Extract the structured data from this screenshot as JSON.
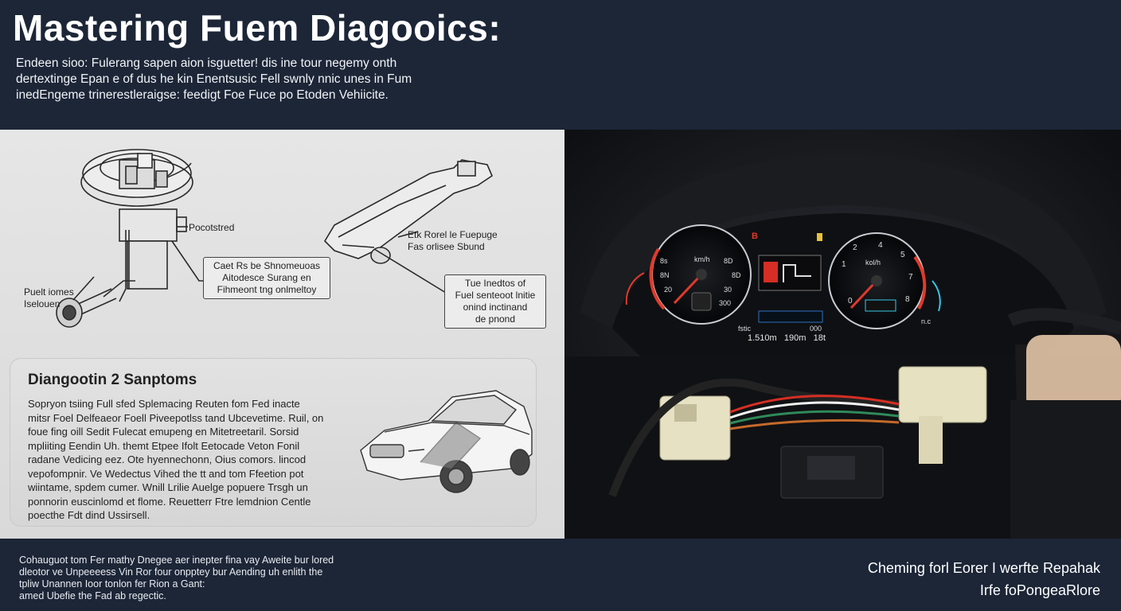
{
  "header": {
    "title": "Mastering Fuem Diagooics:",
    "intro_lines": [
      "Endeen sioo: Fulerang sapen aion isguetter! dis ine tour negemy onth",
      "dertextinge Epan e of dus he kin Enentsusic Fell swnly nnic unes in Fum",
      "inedEngeme trinerestleraigse: feedigt Foe Fuce po Etoden Vehiicite."
    ]
  },
  "diagram": {
    "labels": {
      "pump_label": "Pocotstred",
      "left_label_lines": [
        "Puelt iomes",
        "Iselouen"
      ],
      "right_label_lines": [
        "Etk Rorel le Fuepuge",
        "Fas orlisee Sbund"
      ],
      "box1_lines": [
        "Caet Rs be Shnomeuoas",
        "Aitodesce Surang en",
        "Fihmeont tng onlmeltoy"
      ],
      "box2_lines": [
        "Tue Inedtos of",
        "Fuel senteoot lnitie",
        "onind inctinand",
        "de pnond"
      ]
    }
  },
  "symptoms": {
    "title": "Diangootin 2 Sanptoms",
    "lines": [
      "Sopryon tsiing Full sfed Splemacing Reuten fom Fed inacte",
      "mitsr Foel Delfeaeor Foell Piveepotlss tand Ubcevetime.  Ruil, on",
      "foue fing oill Sedit Fulecat emupeng en Mitetreetaril. Sorsid",
      "mpliiting Eendin Uh. themt Etpee Ifolt Eetocade Veton Fonil",
      "radane Vedicing eez. Ote hyennechonn, Oius comors. lincod",
      "vepofompnir. Ve Wedectus Vihed the tt and tom Ffeetion pot",
      "wiintame, spdem cumer.  Wnill Lrilie Auelge popuere Trsgh un",
      "ponnorin euscinlomd et flome.  Reuetterr Ftre lemdnion Centle",
      "poecthe Fdt dind Ussirsell."
    ]
  },
  "photo": {
    "warning_icons": [
      "B"
    ],
    "cluster_labels": [
      "8s",
      "km/h",
      "8D",
      "8N",
      "8D",
      "20",
      "30",
      "300",
      "kol/h",
      "1",
      "2",
      "4",
      "5",
      "7",
      "8",
      "0",
      "n.c"
    ],
    "cluster_readout": [
      "1.510m",
      "190m",
      "18t"
    ],
    "display_small": [
      "fstic",
      "000"
    ]
  },
  "footer": {
    "left_lines": [
      "Cohauguot tom Fer mathy Dnegee aer inepter fina vay Aweite bur lored",
      "dleotor ve Unpeeeess Vin Ror four onpptey bur Aending uh enlith the",
      "tpliw Unannen Ioor tonlon fer Rion a Gant:",
      "amed Ubefie the Fad ab regectic."
    ],
    "right_lines": [
      "Cheming forl Eorer I werfte Repahak",
      "Irfe foPongeaRlore"
    ]
  },
  "colors": {
    "header_bg": "#1c2637",
    "panel_bg": "#e2e2e2",
    "gauge_red": "#e03a2a",
    "gauge_cyan": "#37c6e8",
    "warning_yellow": "#e8c23a"
  }
}
